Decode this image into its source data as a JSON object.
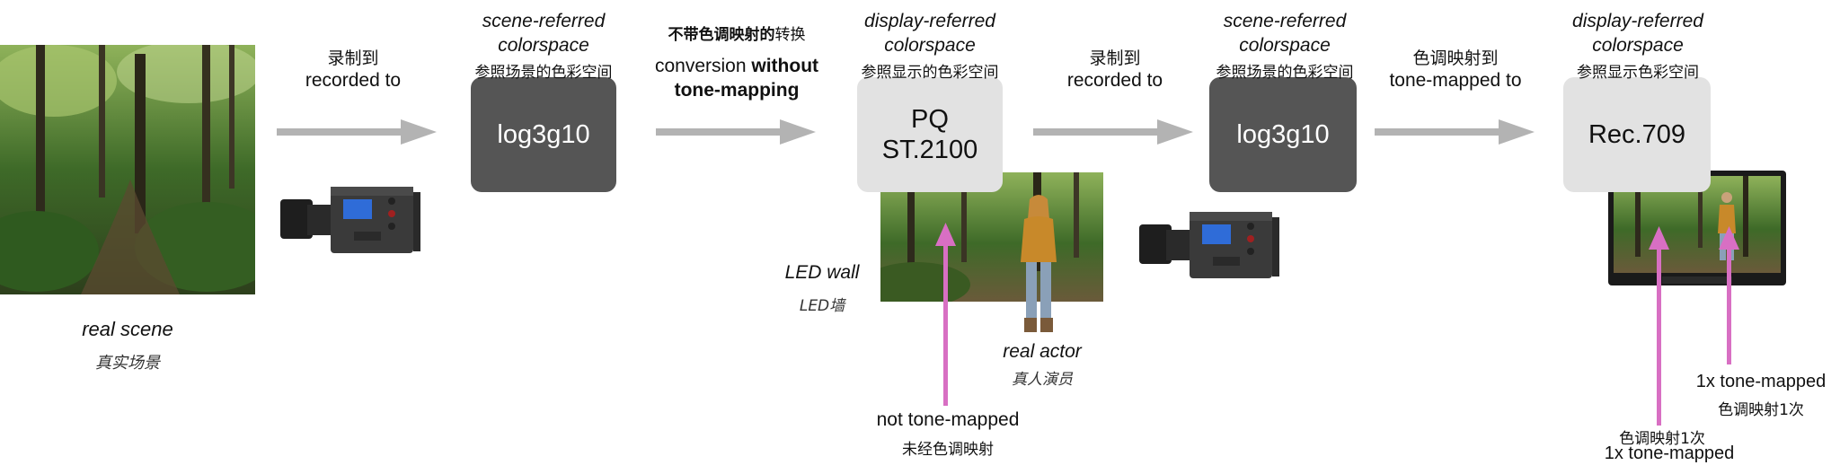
{
  "colors": {
    "arrow": "#b3b3b3",
    "pink": "#d86fc3",
    "box_dark": "#555555",
    "box_light": "#e2e2e2"
  },
  "scene": {
    "label_en": "real scene",
    "label_cn": "真实场景"
  },
  "step1": {
    "label_cn": "录制到",
    "label_en": "recorded to"
  },
  "space1": {
    "title_en_1": "scene-referred",
    "title_en_2": "colorspace",
    "title_cn": "参照场景的色彩空间",
    "box": "log3g10"
  },
  "step2": {
    "title_cn_bold": "不带色调映射的",
    "title_cn_rest": "转换",
    "title_en_1": "conversion",
    "title_en_bold": "without",
    "title_en_2": "tone-mapping"
  },
  "space2": {
    "title_en_1": "display-referred",
    "title_en_2": "colorspace",
    "title_cn": "参照显示的色彩空间",
    "box_line1": "PQ",
    "box_line2": "ST.2100"
  },
  "led": {
    "label_en": "LED wall",
    "label_cn": "LED墙"
  },
  "actor": {
    "label_en": "real actor",
    "label_cn": "真人演员"
  },
  "not_tm": {
    "label_en": "not tone-mapped",
    "label_cn": "未经色调映射"
  },
  "step3": {
    "label_cn": "录制到",
    "label_en": "recorded to"
  },
  "space3": {
    "title_en_1": "scene-referred",
    "title_en_2": "colorspace",
    "title_cn": "参照场景的色彩空间",
    "box": "log3g10"
  },
  "step4": {
    "label_cn": "色调映射到",
    "label_en": "tone-mapped to"
  },
  "space4": {
    "title_en_1": "display-referred",
    "title_en_2": "colorspace",
    "title_cn": "参照显示色彩空间",
    "box": "Rec.709"
  },
  "tm_right": {
    "label_en": "1x tone-mapped",
    "label_cn": "色调映射1次"
  },
  "tm_left": {
    "label_cn": "色调映射1次",
    "label_en": "1x tone-mapped"
  }
}
